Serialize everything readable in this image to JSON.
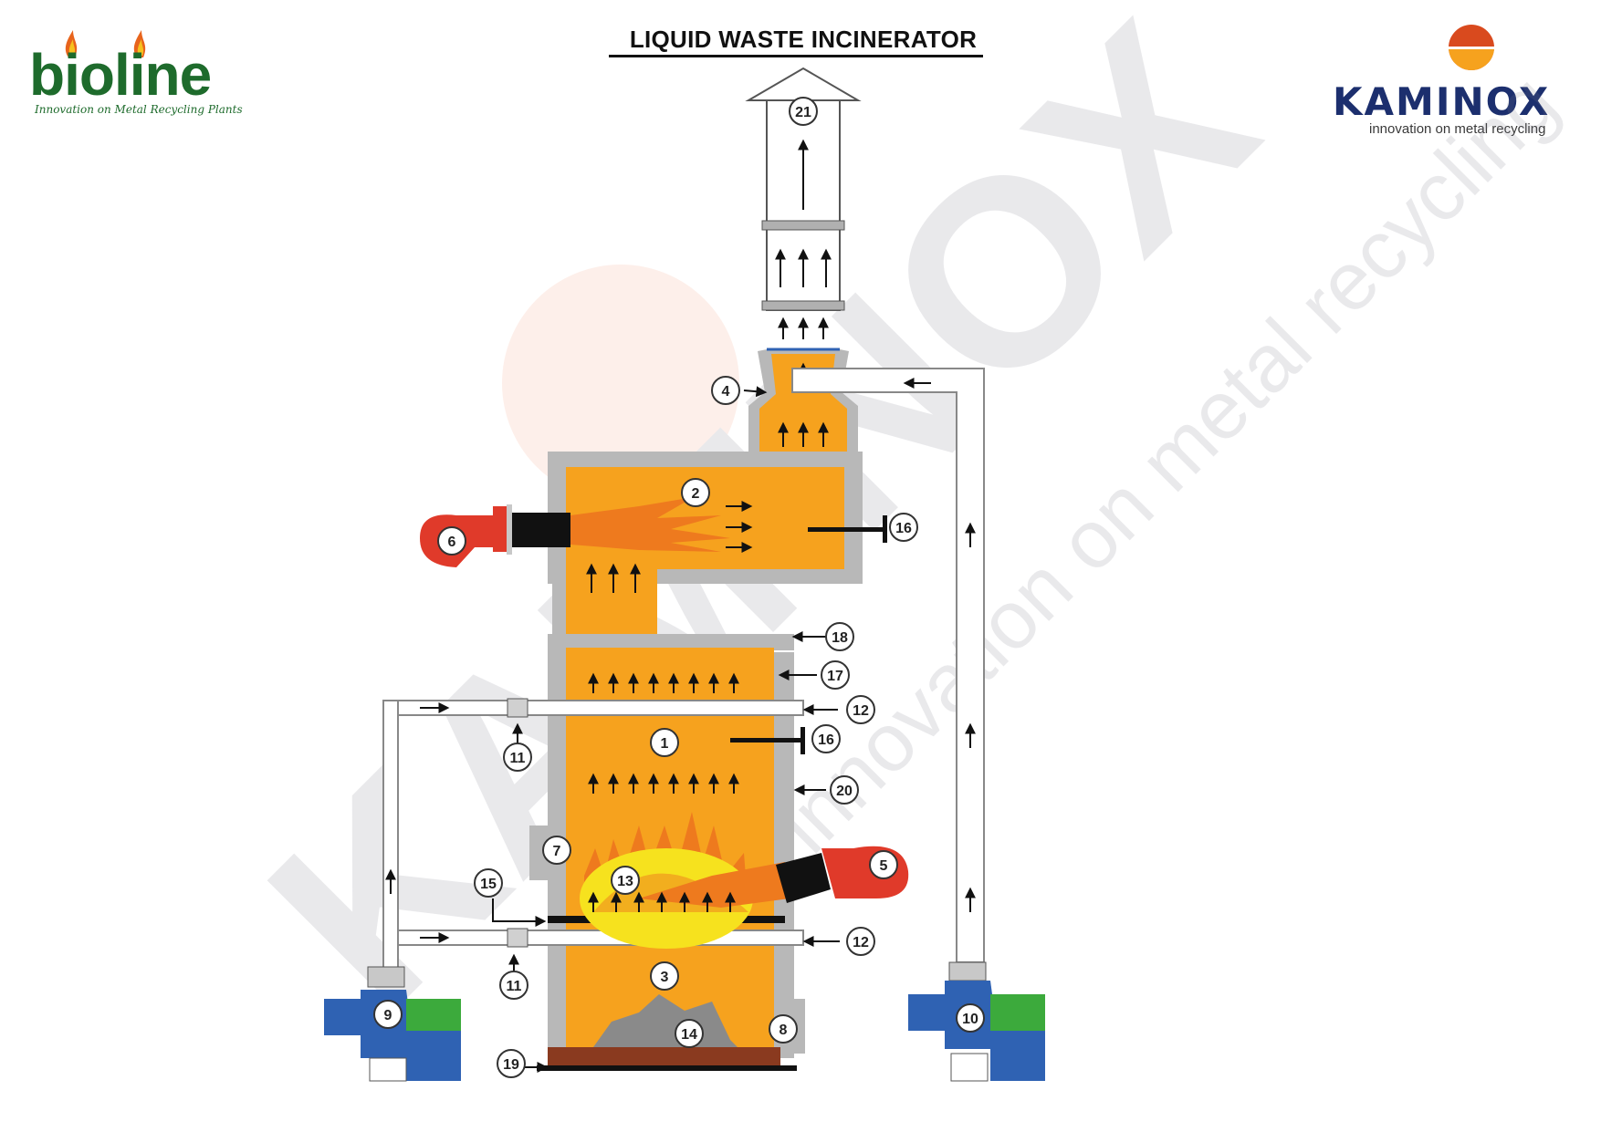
{
  "title": "LIQUID WASTE INCINERATOR",
  "logos": {
    "bioline": {
      "name": "bioline",
      "tagline": "Innovation on Metal Recycling Plants"
    },
    "kaminox": {
      "name": "KAMINOX",
      "tagline": "innovation on metal recycling"
    }
  },
  "watermark": {
    "text": "KAMINOX",
    "tagline": "innovation on metal recycling"
  },
  "colors": {
    "chamber": "#f6a21e",
    "wall": "#b8b8b8",
    "flame": "#ee7a1e",
    "burner": "#e03a2a",
    "fan": "#2f62b3",
    "motor": "#3caa3c",
    "ash": "#8a3a1f",
    "duct": "#c9c9c9"
  },
  "callouts": [
    "1",
    "2",
    "3",
    "4",
    "5",
    "6",
    "7",
    "8",
    "9",
    "10",
    "11",
    "11",
    "12",
    "12",
    "13",
    "14",
    "15",
    "16",
    "16",
    "17",
    "18",
    "19",
    "20",
    "21"
  ]
}
